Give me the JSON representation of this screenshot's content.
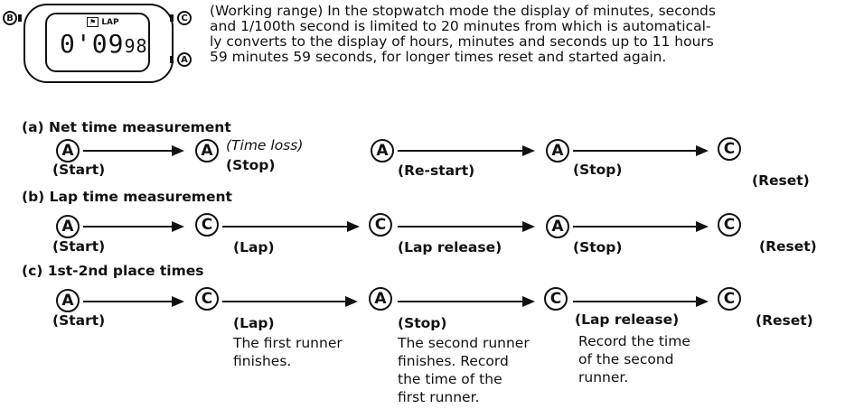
{
  "watch": {
    "label": "LAP",
    "digits_main": "0'09",
    "digits_small": "98",
    "button_left": "B",
    "button_right_top": "C",
    "button_right_bottom": "A"
  },
  "description": {
    "lines": [
      "(Working range) In the stopwatch mode the display of minutes, seconds",
      "and 1/100th second is limited to 20 minutes from which is automatical-",
      "ly converts to the display of hours, minutes and seconds up to 11 hours",
      "59 minutes 59 seconds, for longer times reset and started again."
    ]
  },
  "sections": {
    "a": {
      "title": "(a) Net time measurement",
      "start": "(Start)",
      "time_loss": "(Time loss)",
      "stop": "(Stop)",
      "restart": "(Re-start)",
      "stop2": "(Stop)",
      "reset": "(Reset)"
    },
    "b": {
      "title": "(b) Lap time measurement",
      "start": "(Start)",
      "lap": "(Lap)",
      "lap_release": "(Lap release)",
      "stop": "(Stop)",
      "reset": "(Reset)"
    },
    "c": {
      "title": "(c) 1st-2nd place times",
      "start": "(Start)",
      "lap": "(Lap)",
      "lap_note": [
        "The first runner",
        "finishes."
      ],
      "stop": "(Stop)",
      "stop_note": [
        "The second runner",
        "finishes. Record",
        "the time of the",
        "first runner."
      ],
      "lap_release": "(Lap release)",
      "lap_release_note": [
        "Record the time",
        "of the second",
        "runner."
      ],
      "reset": "(Reset)"
    }
  },
  "buttons": {
    "A": "A",
    "C": "C"
  }
}
